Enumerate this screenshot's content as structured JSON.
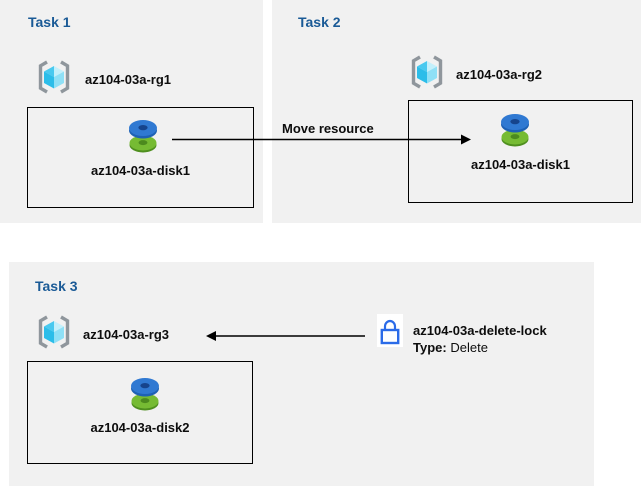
{
  "diagram": {
    "tasks": [
      {
        "title": "Task 1",
        "resource_group": {
          "name": "az104-03a-rg1"
        },
        "resource": {
          "name": "az104-03a-disk1"
        }
      },
      {
        "title": "Task 2",
        "resource_group": {
          "name": "az104-03a-rg2"
        },
        "resource": {
          "name": "az104-03a-disk1"
        }
      },
      {
        "title": "Task 3",
        "resource_group": {
          "name": "az104-03a-rg3"
        },
        "resource": {
          "name": "az104-03a-disk2"
        }
      }
    ],
    "move_arrow": {
      "label": "Move resource"
    },
    "lock": {
      "name": "az104-03a-delete-lock",
      "type_label": "Type:",
      "type_value": "Delete"
    }
  },
  "icons": {
    "resource_group": "resource-group-icon",
    "disk": "disk-icon",
    "lock": "lock-icon",
    "arrow_right": "arrow-right-icon",
    "arrow_left": "arrow-left-icon"
  },
  "colors": {
    "panel_bg": "#f1f1f1",
    "title_blue": "#1a5a96",
    "text": "#0d0d0d",
    "box_border": "#000000",
    "arrow": "#000000",
    "lock_blue": "#2b6be8",
    "disk_blue": "#3079d2",
    "disk_blue_hole": "#16448c",
    "disk_green": "#76bb33",
    "disk_green_hole": "#4c8a1e",
    "rg_cyan_dark": "#2cbde9",
    "rg_cyan_light": "#c4f0fb",
    "rg_bracket_gray": "#8f969c"
  }
}
